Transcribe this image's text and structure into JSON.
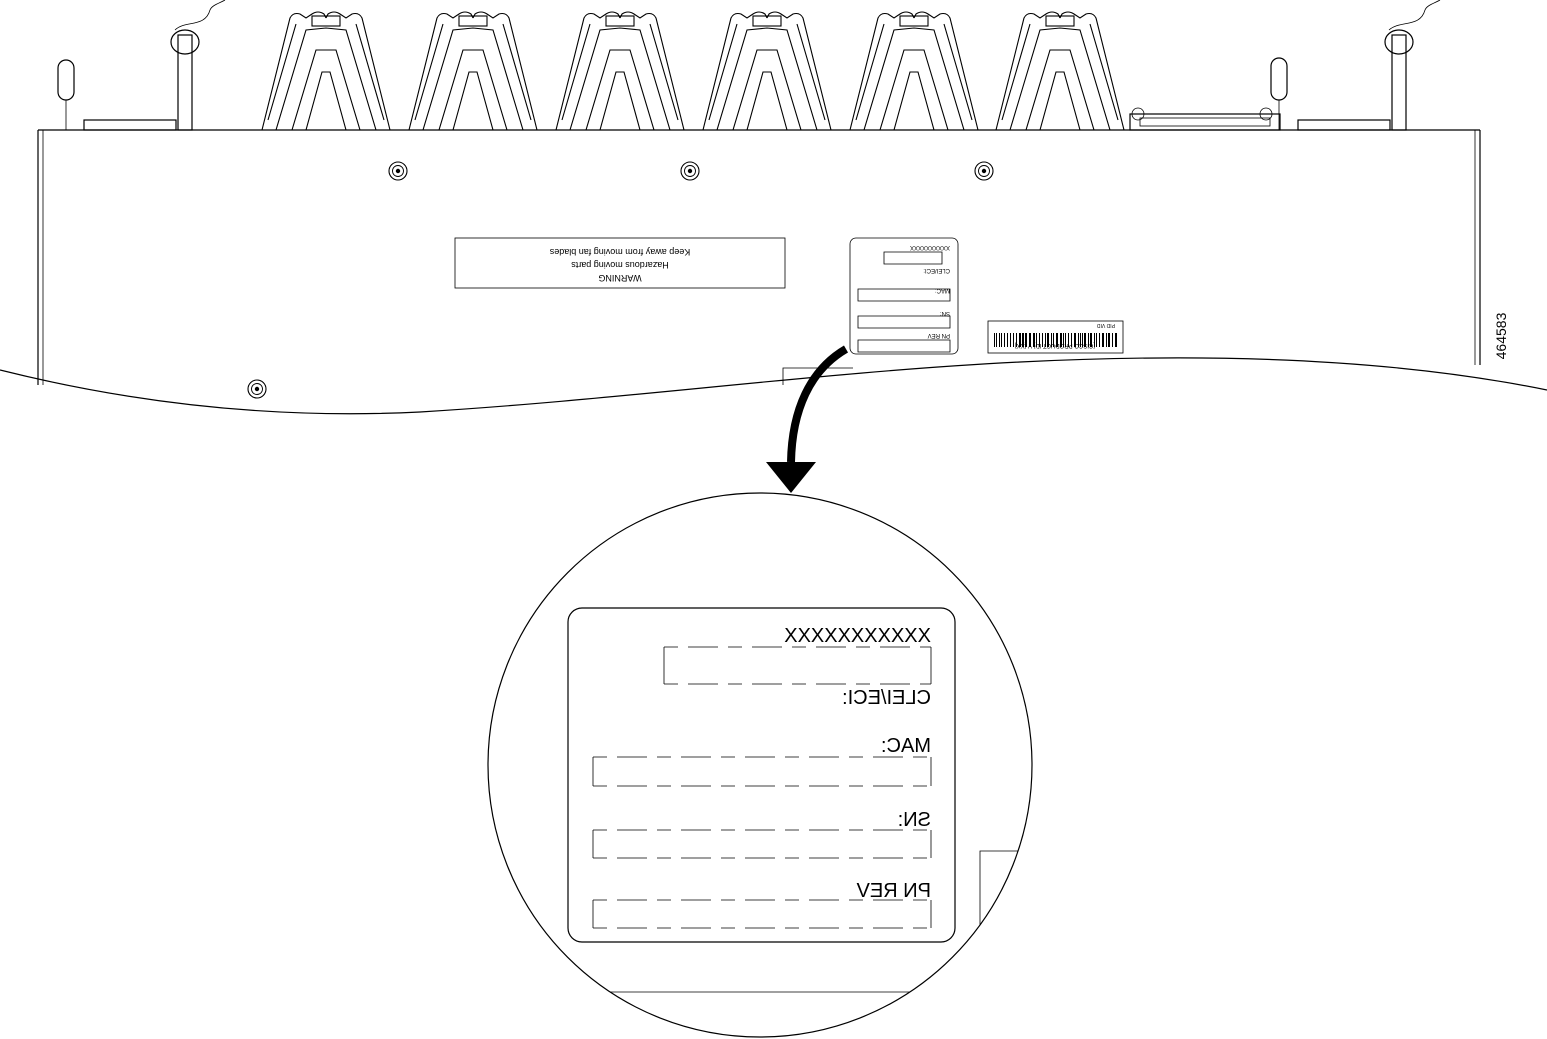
{
  "figure_id": "464583",
  "warning_label": {
    "line1": "WARNING",
    "line2": "Hazardous moving parts",
    "line3": "Keep away from moving fan blades"
  },
  "small_label": {
    "code": "XXXXXXXXXX",
    "clei": "CLEI/ECI:",
    "mac": "MAC:",
    "sn": "SN:",
    "pn_rev": "PN REV"
  },
  "barcode_label": {
    "text": "[CISCO PRODUCT ID] V [XX]",
    "caption": "PID VID"
  },
  "zoom_label": {
    "code": "XXXXXXXXXXX",
    "clei": "CLEI/ECI:",
    "mac": "MAC:",
    "sn": "SN:",
    "pn_rev": "PN REV"
  },
  "colors": {
    "line": "#000000",
    "background": "#ffffff"
  },
  "icons": [
    "fan-handle-icon",
    "screw-icon",
    "led-post-icon",
    "latch-icon",
    "arrow-icon"
  ]
}
